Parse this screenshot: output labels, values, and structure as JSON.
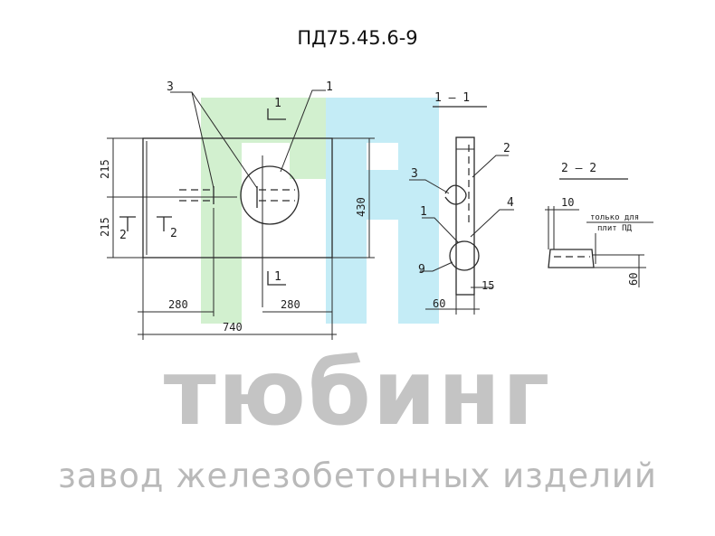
{
  "title": "ПД75.45.6-9",
  "watermark": {
    "brand": "тюбинг",
    "tagline": "завод железобетонных изделий",
    "colors": {
      "green": "#d2f0cf",
      "blue": "#c4ecf6",
      "text": "#c4c4c4"
    }
  },
  "plan": {
    "callouts": {
      "mark_3": "3",
      "mark_1": "1",
      "mark_2": "2"
    },
    "dims": {
      "left_top": "215",
      "left_bottom": "215",
      "right_height": "430",
      "left_offset": "280",
      "center_offset": "280",
      "total_width": "740"
    }
  },
  "section_1": {
    "label": "1 — 1",
    "callouts": {
      "c2": "2",
      "c3": "3",
      "c4": "4",
      "c1": "1",
      "c9": "9"
    },
    "dims": {
      "width": "60",
      "small": "15"
    }
  },
  "section_2": {
    "label": "2 — 2",
    "dims": {
      "top": "10",
      "height": "60"
    },
    "note_line1": "только для",
    "note_line2": "плит ПД"
  }
}
